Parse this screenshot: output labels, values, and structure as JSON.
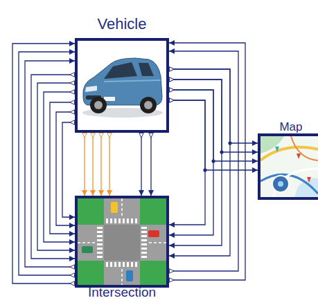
{
  "diagram": {
    "nodes": [
      {
        "text": [
          "Vehicle"
        ]
      },
      {
        "text": [
          "Map"
        ]
      },
      {
        "text": [
          "Intersection"
        ]
      }
    ],
    "edges": [
      {
        "from": 2,
        "to": 0,
        "arrow": "to"
      },
      {
        "from": 2,
        "to": 0,
        "arrow": "to"
      },
      {
        "from": 2,
        "to": 0,
        "arrow": "to"
      },
      {
        "from": 0,
        "to": 2,
        "arrow": "to"
      },
      {
        "from": 0,
        "to": 2,
        "arrow": "to"
      },
      {
        "from": 0,
        "to": 2,
        "arrow": "to"
      },
      {
        "from": 0,
        "to": 2,
        "arrow": "to"
      },
      {
        "from": 0,
        "to": 2,
        "arrow": "to"
      },
      {
        "from": 0,
        "to": 2,
        "arrow": "to"
      },
      {
        "from": 0,
        "to": 2,
        "arrow": "to"
      },
      {
        "from": 0,
        "to": 2,
        "arrow": "to"
      },
      {
        "from": 0,
        "to": 2,
        "arrow": "to"
      },
      {
        "from": 0,
        "to": 2,
        "arrow": "to"
      },
      {
        "from": 0,
        "to": 2,
        "arrow": "to"
      },
      {
        "from": 0,
        "to": 2,
        "arrow": "to"
      },
      {
        "from": 2,
        "to": 0,
        "arrow": "to"
      },
      {
        "from": 2,
        "to": 0,
        "arrow": "to"
      },
      {
        "from": 0,
        "to": 2,
        "arrow": "to"
      },
      {
        "from": 0,
        "to": 2,
        "arrow": "to"
      },
      {
        "from": 0,
        "to": 2,
        "arrow": "to"
      },
      {
        "from": 0,
        "to": 2,
        "arrow": "to"
      },
      {
        "from": 0,
        "to": 1,
        "arrow": "to"
      },
      {
        "from": 0,
        "to": 1,
        "arrow": "to"
      },
      {
        "from": 0,
        "to": 1,
        "arrow": "to"
      },
      {
        "from": 0,
        "to": 1,
        "arrow": "to"
      }
    ]
  }
}
